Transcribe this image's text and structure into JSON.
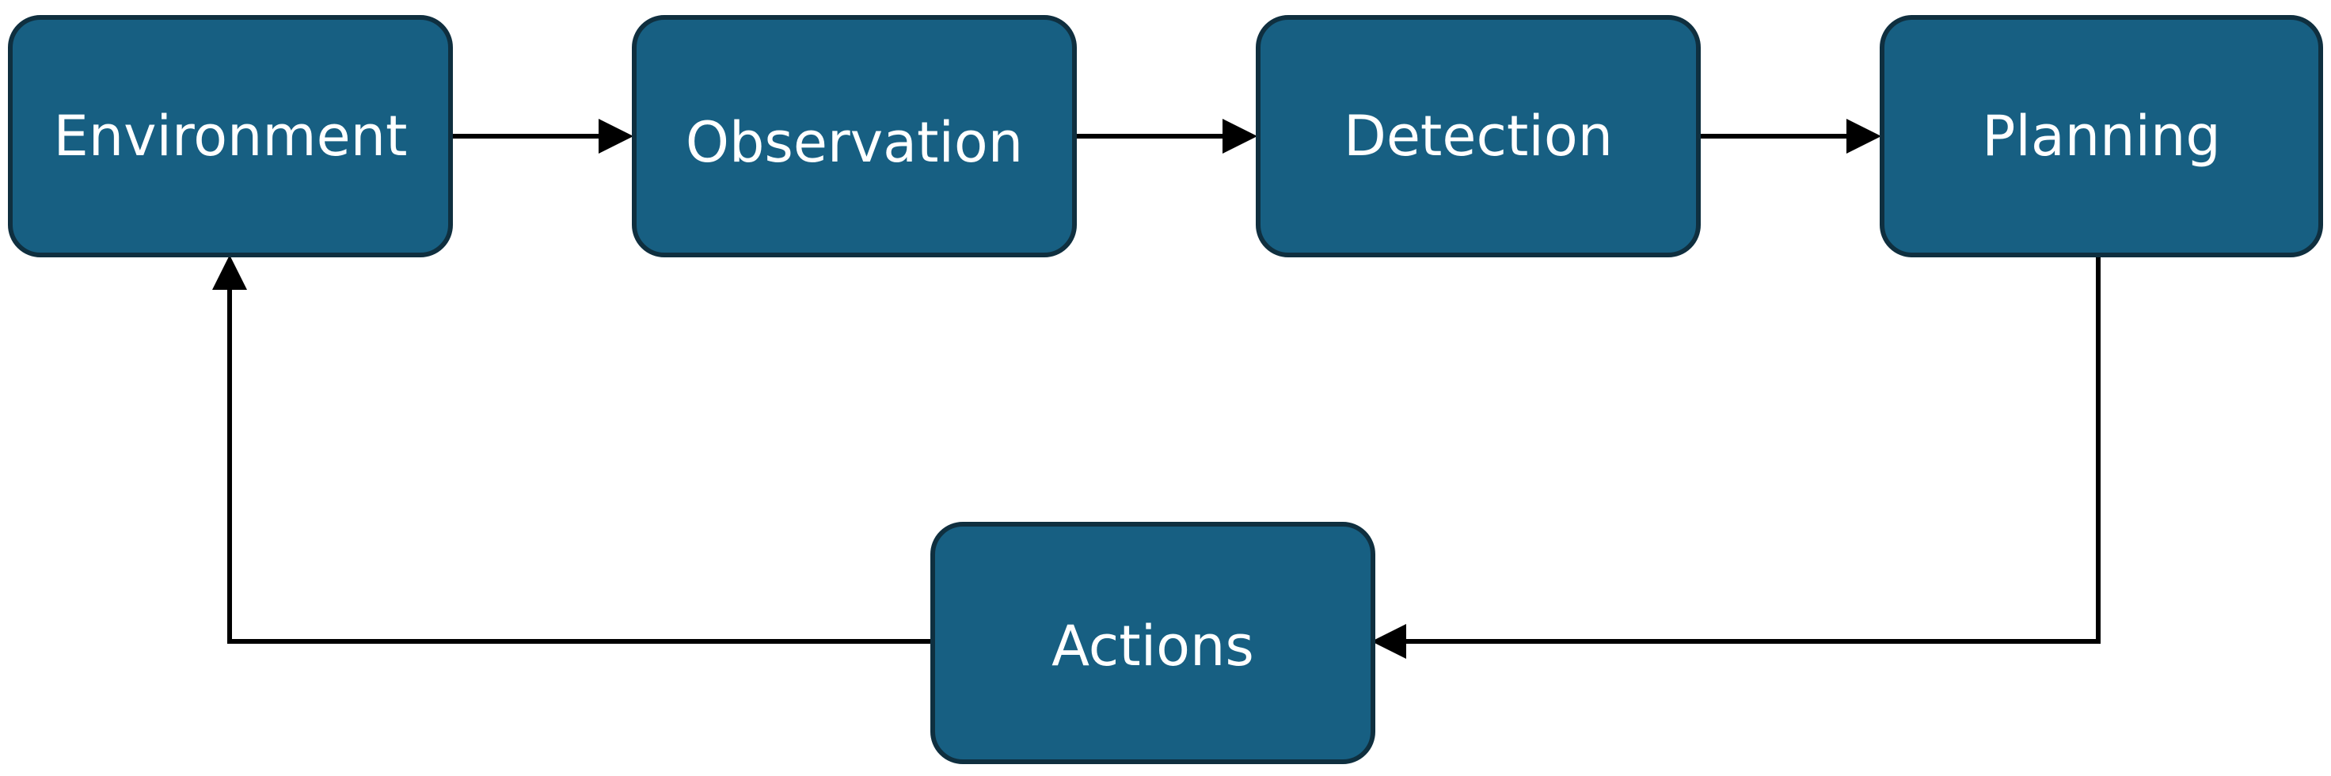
{
  "diagram": {
    "nodes": [
      {
        "id": "environment",
        "label": "Environment"
      },
      {
        "id": "observation",
        "label": "Observation"
      },
      {
        "id": "detection",
        "label": "Detection"
      },
      {
        "id": "planning",
        "label": "Planning"
      },
      {
        "id": "actions",
        "label": "Actions"
      }
    ],
    "edges": [
      {
        "from": "environment",
        "to": "observation"
      },
      {
        "from": "observation",
        "to": "detection"
      },
      {
        "from": "detection",
        "to": "planning"
      },
      {
        "from": "planning",
        "to": "actions"
      },
      {
        "from": "actions",
        "to": "environment"
      }
    ],
    "colors": {
      "node_fill": "#175f82",
      "node_border": "#0f2f3f",
      "node_text": "#ffffff",
      "edge": "#000000"
    }
  }
}
